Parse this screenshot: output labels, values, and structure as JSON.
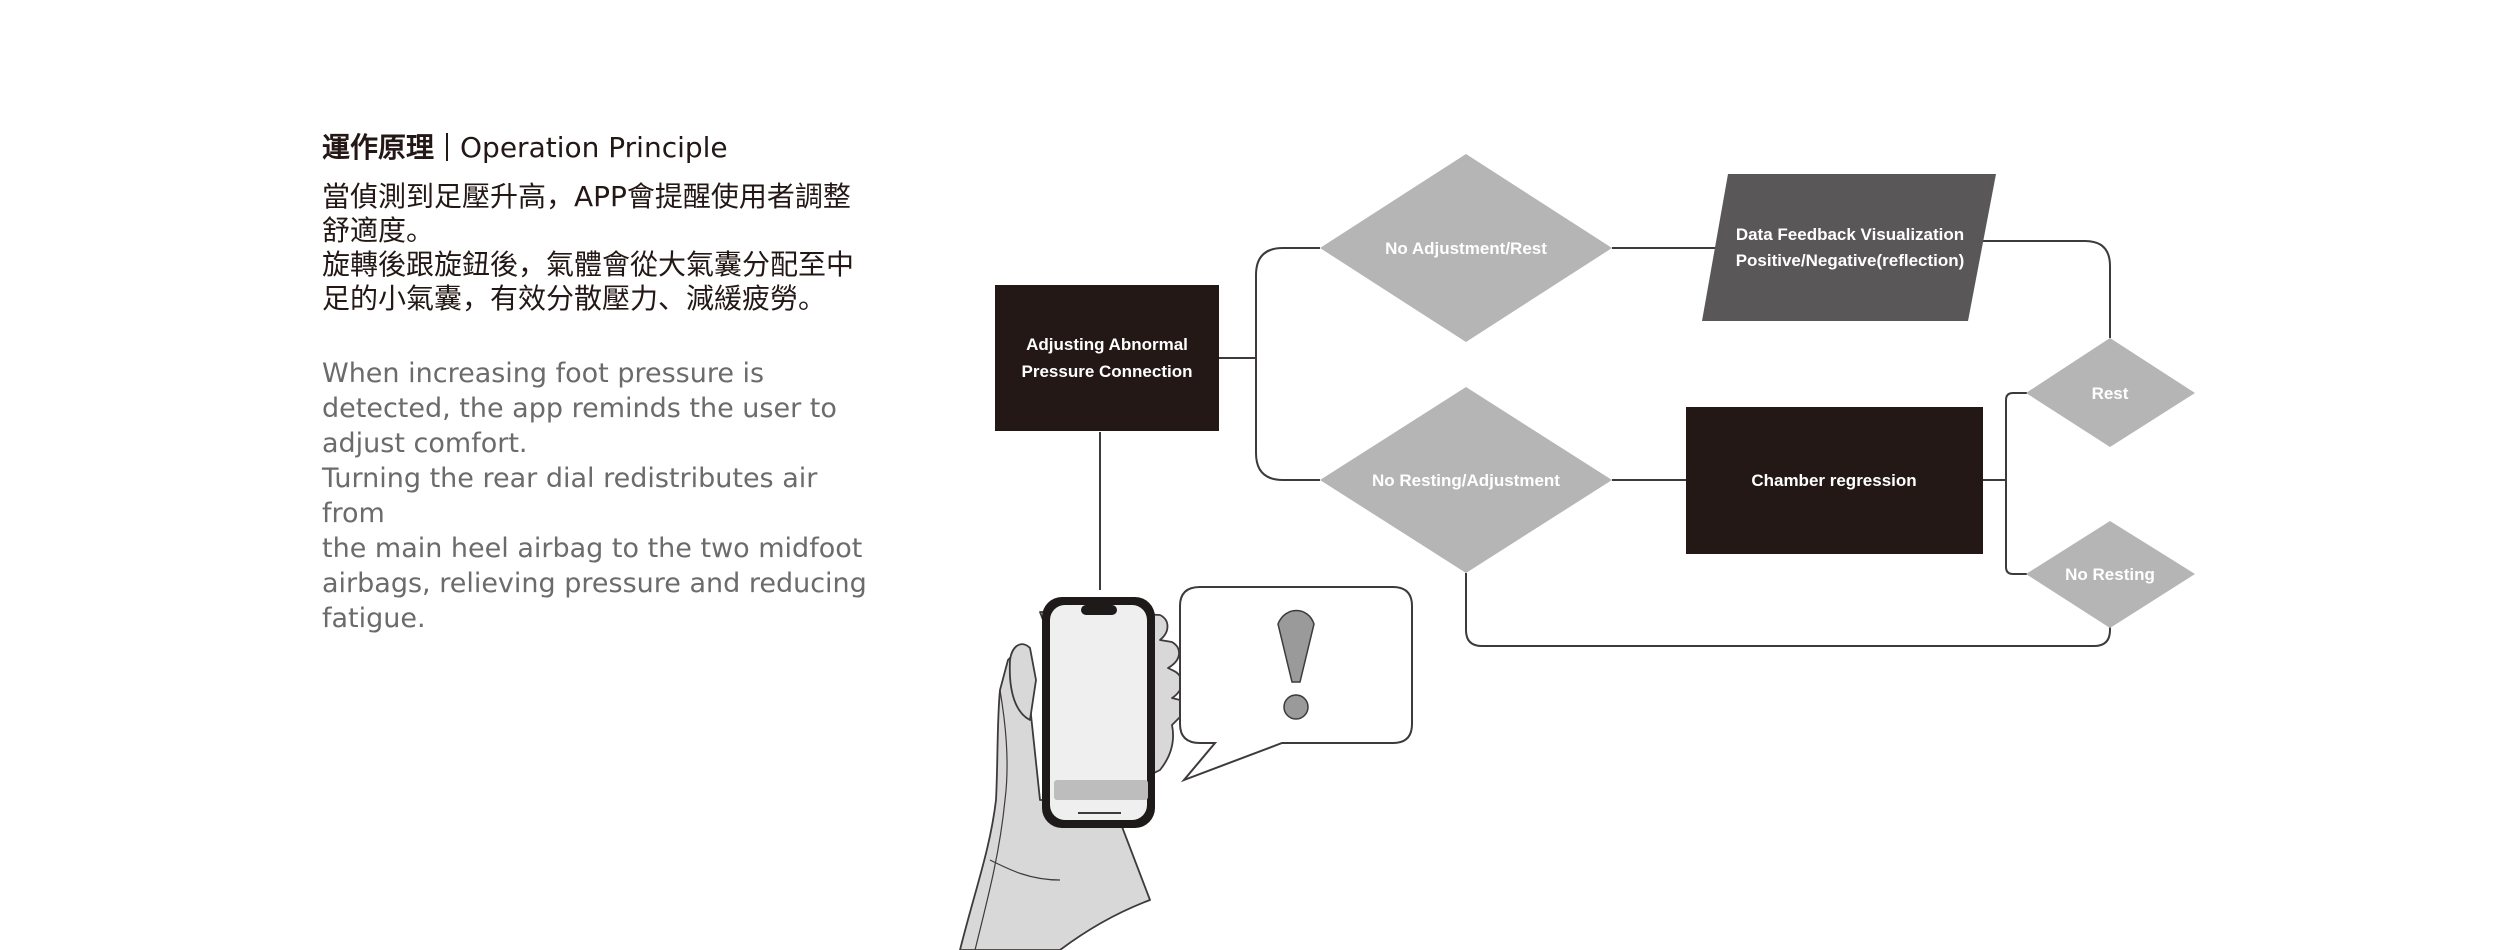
{
  "heading": {
    "zh": "運作原理",
    "en": "Operation Principle"
  },
  "description_zh": [
    "當偵測到足壓升高，APP會提醒使用者調整",
    "舒適度。",
    "旋轉後跟旋鈕後，氣體會從大氣囊分配至中",
    "足的小氣囊，有效分散壓力、減緩疲勞。"
  ],
  "description_en": [
    "When increasing foot pressure is",
    "detected, the app reminds the user to",
    "adjust comfort.",
    "Turning the rear dial redistributes air from",
    "the main heel airbag to the two midfoot",
    "airbags, relieving pressure and reducing",
    "fatigue."
  ],
  "flow": {
    "start": [
      "Adjusting Abnormal",
      "Pressure Connection"
    ],
    "decision_top": "No Adjustment/Rest",
    "decision_bottom": "No Resting/Adjustment",
    "feedback": [
      "Data Feedback Visualization",
      "Positive/Negative(reflection)"
    ],
    "process": "Chamber regression",
    "outcome_rest": "Rest",
    "outcome_no_rest": "No Resting"
  },
  "alert_icon": "exclamation-icon",
  "colors": {
    "dark_box": "#231815",
    "diamond": "#b5b5b5",
    "parallelogram": "#595757",
    "line": "#3e3a39"
  }
}
